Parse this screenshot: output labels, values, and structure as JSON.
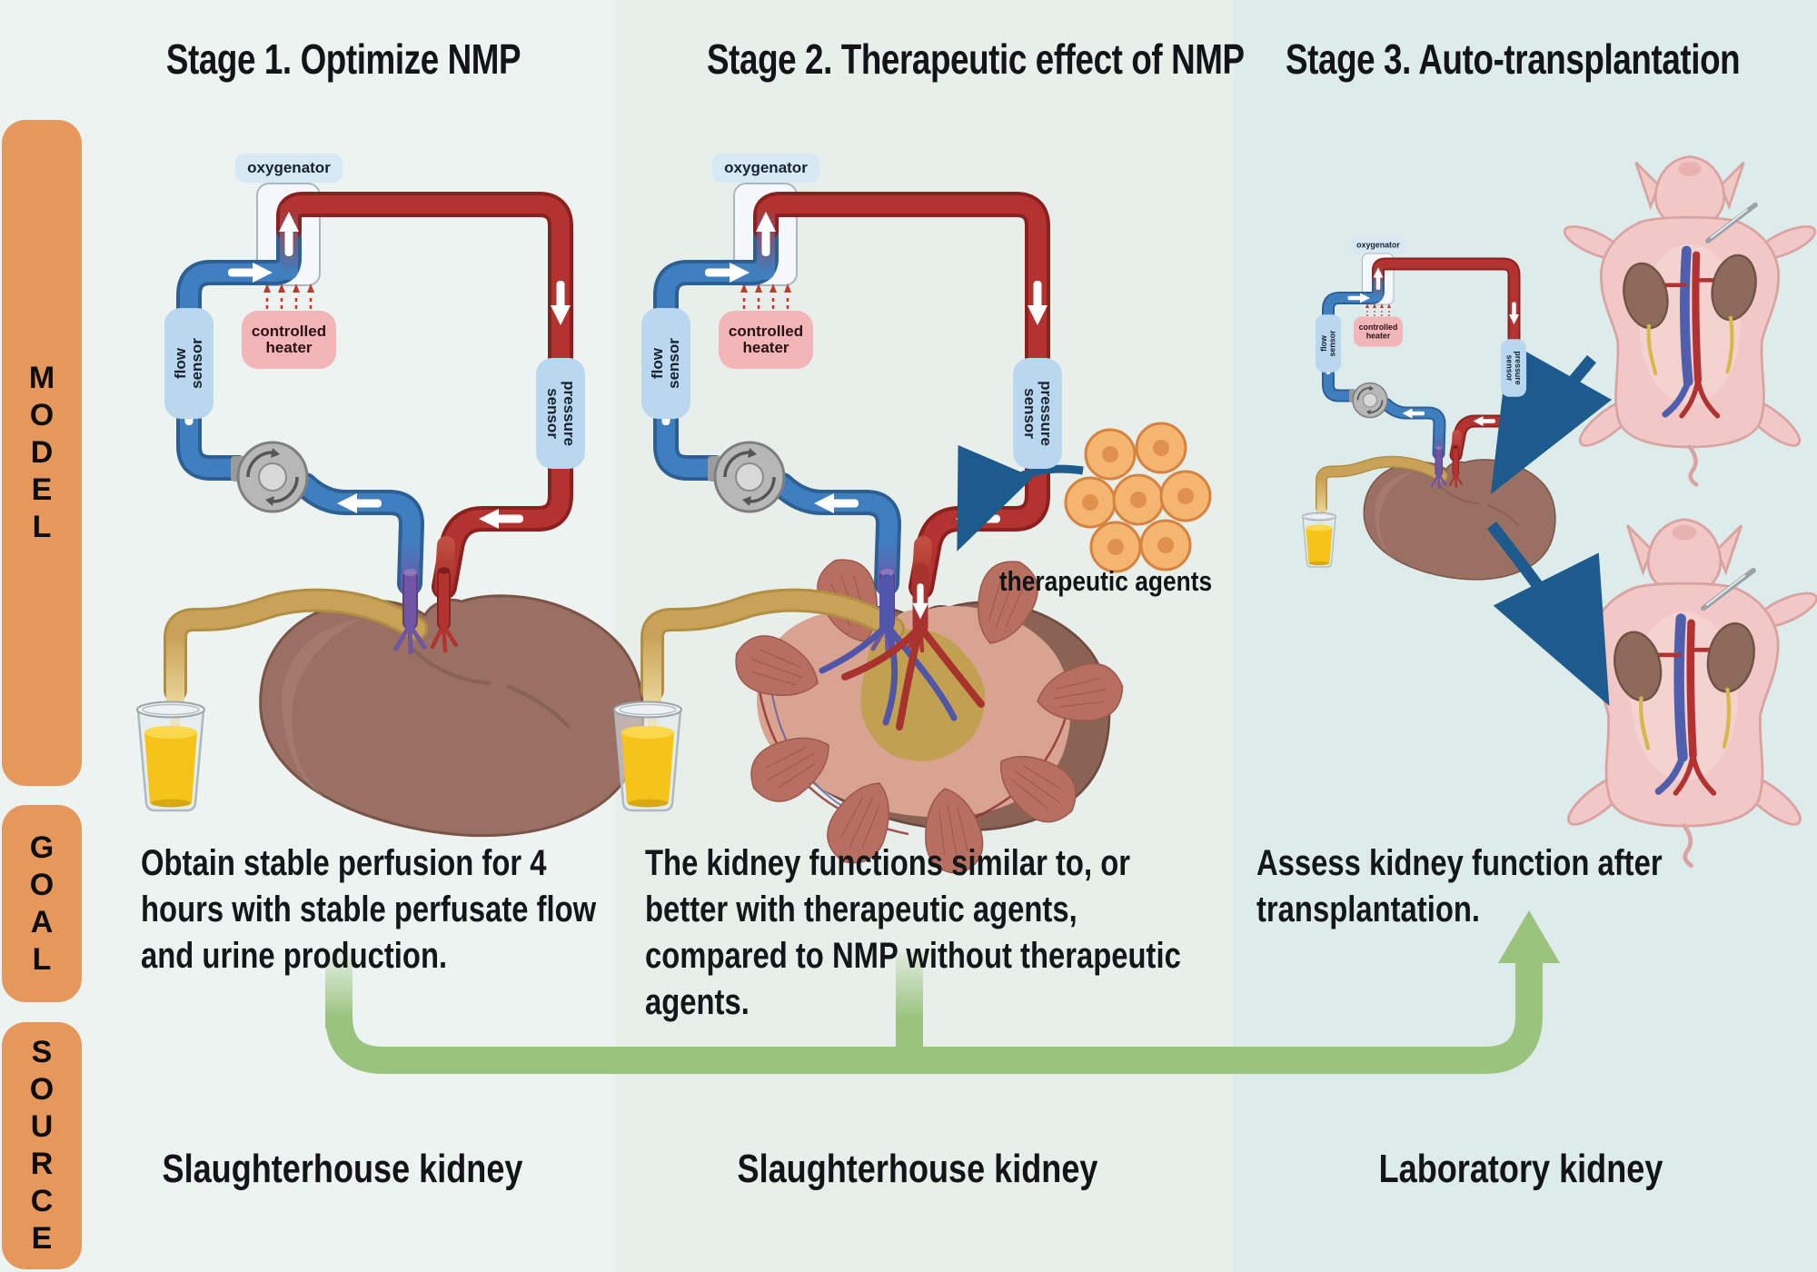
{
  "titles": {
    "stage1": "Stage 1. Optimize NMP",
    "stage2": "Stage 2. Therapeutic effect of NMP",
    "stage3": "Stage 3. Auto-transplantation"
  },
  "sidebar": {
    "model": "M\nO\nD\nE\nL",
    "goal": "G\nO\nA\nL",
    "source": "S\nO\nU\nR\nC\nE"
  },
  "labels": {
    "oxygenator": "oxygenator",
    "flow_sensor": "flow sensor",
    "pressure_sensor": "pressure sensor",
    "controlled_heater": "controlled heater",
    "therapeutic_agents": "therapeutic agents"
  },
  "goals": {
    "stage1": "Obtain stable perfusion for 4\nhours with stable perfusate flow\nand urine production.",
    "stage2": "The kidney functions similar to, or\nbetter with therapeutic agents,\ncompared to NMP without therapeutic\nagents.",
    "stage3": "Assess kidney function after\ntransplantation."
  },
  "sources": {
    "stage1": "Slaughterhouse kidney",
    "stage2": "Slaughterhouse kidney",
    "stage3": "Laboratory kidney"
  },
  "colors": {
    "column1_bg": "#edf3f0",
    "column2_bg": "#e8efeb",
    "column3_bg": "#ddebeb",
    "sidebar_orange": "#e6975c",
    "connector_green": "#9ac47e",
    "arrow_dark_blue": "#1d5b8e",
    "tube_red": "#b23330",
    "tube_blue": "#3f7fc0",
    "sensor_pill_blue": "#b9d8ef",
    "oxygenator_pill_blue": "#d7e9f5",
    "heater_pink": "#f2b6b8",
    "urine_yellow": "#f6c61b",
    "cell_orange": "#f4b571",
    "pig_pink": "#f1c8c6",
    "kidney_brown": "#9a7062"
  }
}
